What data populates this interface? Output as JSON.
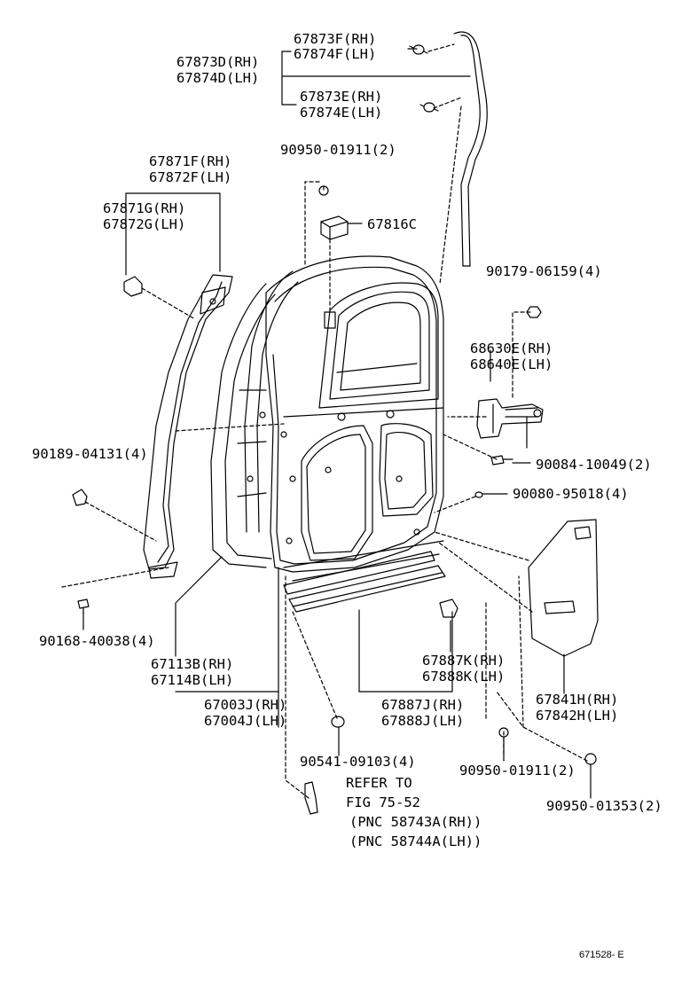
{
  "labels": {
    "l67873F": "67873F(RH)",
    "l67874F": "67874F(LH)",
    "l67873D": "67873D(RH)",
    "l67874D": "67874D(LH)",
    "l67873E": "67873E(RH)",
    "l67874E": "67874E(LH)",
    "l90950a": "90950-01911(2)",
    "l67871F": "67871F(RH)",
    "l67872F": "67872F(LH)",
    "l67871G": "67871G(RH)",
    "l67872G": "67872G(LH)",
    "l67816C": "67816C",
    "l90179": "90179-06159(4)",
    "l68630E": "68630E(RH)",
    "l68640E": "68640E(LH)",
    "l90189": "90189-04131(4)",
    "l90084": "90084-10049(2)",
    "l90080": "90080-95018(4)",
    "l90168": "90168-40038(4)",
    "l67113B": "67113B(RH)",
    "l67114B": "67114B(LH)",
    "l67887K": "67887K(RH)",
    "l67888K": "67888K(LH)",
    "l67841H": "67841H(RH)",
    "l67842H": "67842H(LH)",
    "l67003J": "67003J(RH)",
    "l67004J": "67004J(LH)",
    "l67887J": "67887J(RH)",
    "l67888J": "67888J(LH)",
    "l90541": "90541-09103(4)",
    "l90950b": "90950-01911(2)",
    "l90950c": "90950-01353(2)",
    "refer1": "REFER TO",
    "refer2": "FIG 75-52",
    "refer3": "(PNC 58743A(RH))",
    "refer4": "(PNC 58744A(LH))",
    "figno": "671528- E"
  }
}
